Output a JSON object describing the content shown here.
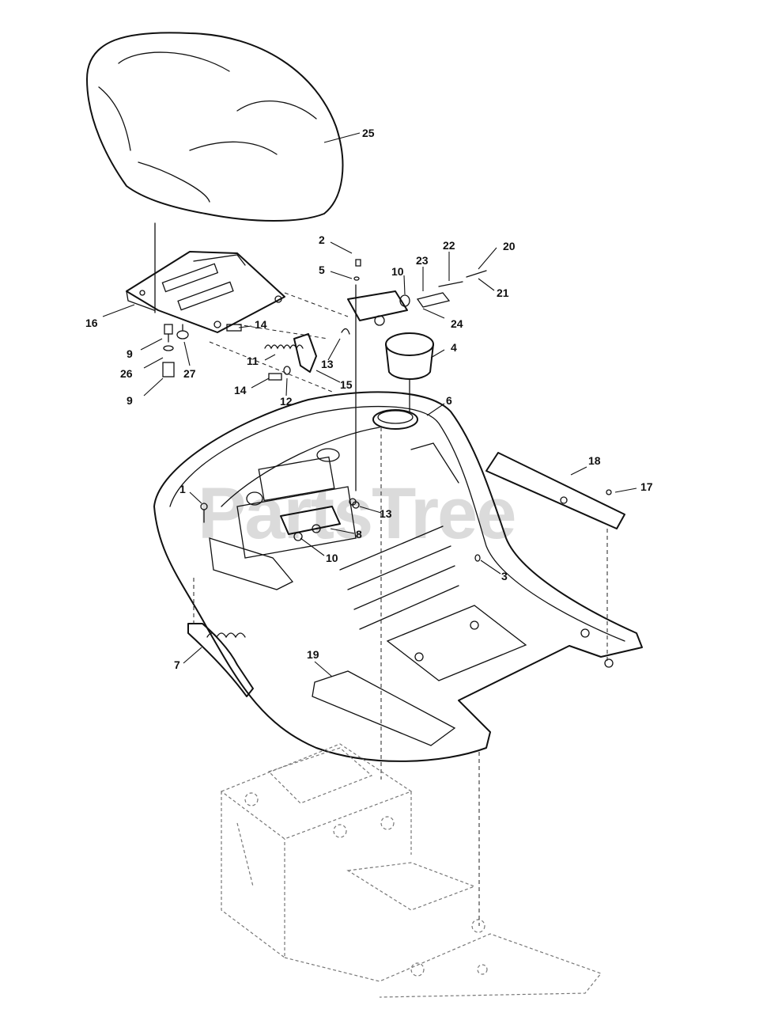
{
  "watermark": "PartsTree",
  "colors": {
    "line": "#111111",
    "watermark": "#bdbdbd",
    "background": "#ffffff"
  },
  "labels": {
    "p1": "1",
    "p2": "2",
    "p3": "3",
    "p4": "4",
    "p5": "5",
    "p6": "6",
    "p7": "7",
    "p8": "8",
    "p9a": "9",
    "p9b": "9",
    "p10a": "10",
    "p10b": "10",
    "p11": "11",
    "p12": "12",
    "p13a": "13",
    "p13b": "13",
    "p14a": "14",
    "p14b": "14",
    "p15": "15",
    "p16": "16",
    "p17": "17",
    "p18": "18",
    "p19": "19",
    "p20": "20",
    "p21": "21",
    "p22": "22",
    "p23": "23",
    "p24": "24",
    "p25": "25",
    "p26": "26",
    "p27": "27"
  }
}
